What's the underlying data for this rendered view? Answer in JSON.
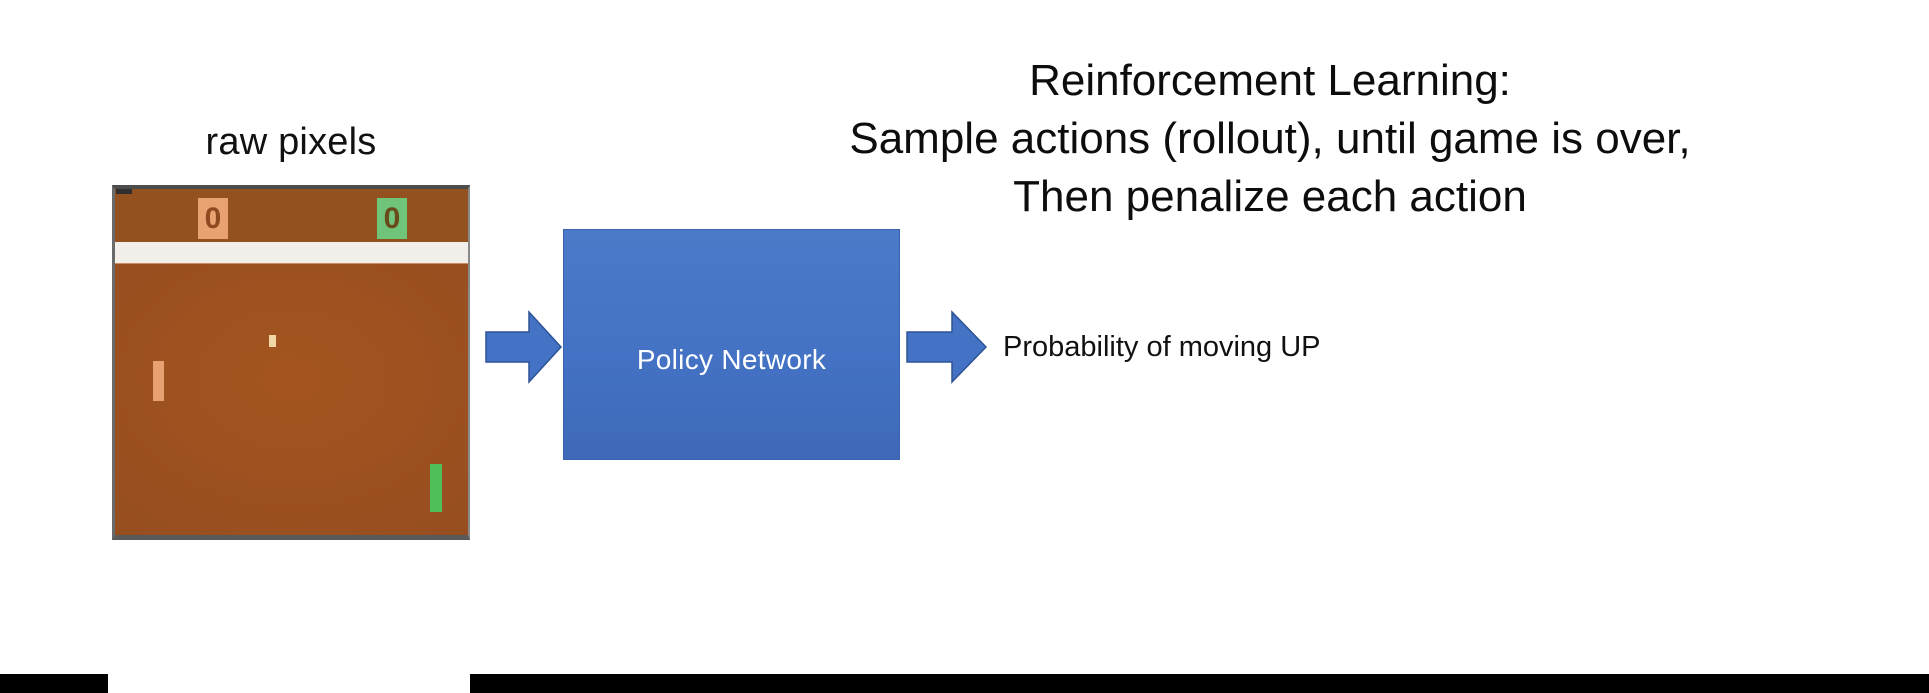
{
  "slide": {
    "background_color": "#ffffff",
    "headline": {
      "lines": [
        "Reinforcement Learning:",
        "Sample actions (rollout), until game is over,",
        "Then penalize each action"
      ]
    }
  },
  "pong": {
    "caption": "raw pixels",
    "field_color": "#9b5020",
    "score_left": "0",
    "score_left_color": "#e8a171",
    "score_right": "0",
    "score_right_color": "#6fc47a",
    "paddle_left_color": "#e8a171",
    "paddle_right_color": "#4fbf5a",
    "ball_color": "#f2d6a8",
    "divider_color": "#f2eeea"
  },
  "pipeline": {
    "input_arrow": "arrow-right-icon",
    "policy_box": {
      "label": "Policy Network",
      "fill_color": "#4472c4",
      "text_color": "#ffffff"
    },
    "output_arrow": "arrow-right-icon",
    "output_label": "Probability of moving UP"
  },
  "footer": {
    "bar_color": "#000000"
  }
}
